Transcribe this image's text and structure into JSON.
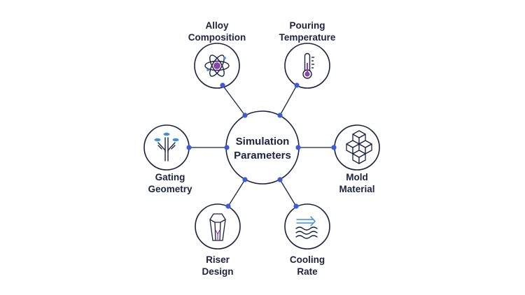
{
  "center": {
    "line1": "Simulation",
    "line2": "Parameters"
  },
  "nodes": [
    {
      "id": "alloy-composition",
      "line1": "Alloy",
      "line2": "Composition",
      "icon": "atom-icon"
    },
    {
      "id": "pouring-temperature",
      "line1": "Pouring",
      "line2": "Temperature",
      "icon": "thermometer-icon"
    },
    {
      "id": "mold-material",
      "line1": "Mold",
      "line2": "Material",
      "icon": "cubes-icon"
    },
    {
      "id": "cooling-rate",
      "line1": "Cooling",
      "line2": "Rate",
      "icon": "airflow-icon"
    },
    {
      "id": "riser-design",
      "line1": "Riser",
      "line2": "Design",
      "icon": "riser-icon"
    },
    {
      "id": "gating-geometry",
      "line1": "Gating",
      "line2": "Geometry",
      "icon": "gating-icon"
    }
  ],
  "colors": {
    "outline": "#1c2240",
    "connector": "#3b5bdb",
    "accent_purple": "#8e44ad",
    "accent_blue": "#3d8fd6"
  }
}
